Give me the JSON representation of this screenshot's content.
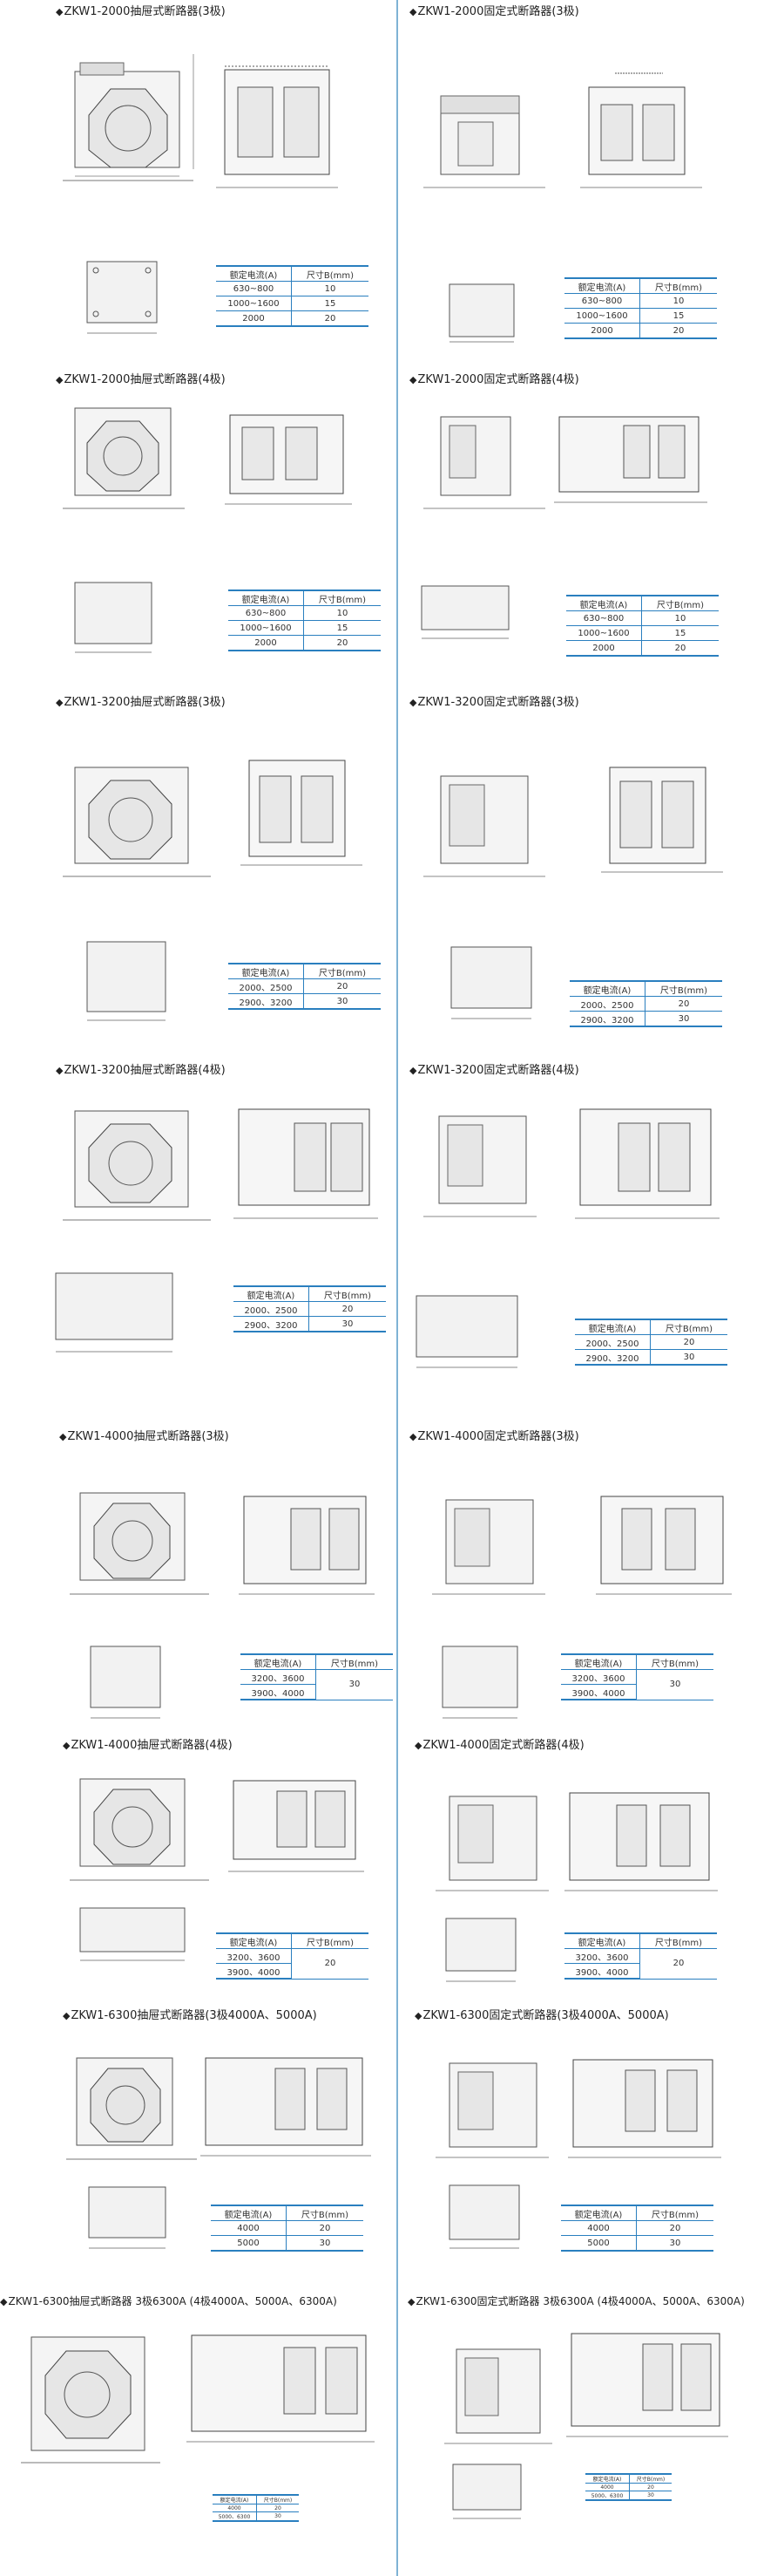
{
  "table_header": {
    "current": "额定电流(A)",
    "size": "尺寸B(mm)"
  },
  "sections": [
    {
      "title": "ZKW1-2000抽屉式断路器(3极)",
      "rows": [
        [
          "630~800",
          "10"
        ],
        [
          "1000~1600",
          "15"
        ],
        [
          "2000",
          "20"
        ]
      ]
    },
    {
      "title": "ZKW1-2000固定式断路器(3极)",
      "rows": [
        [
          "630~800",
          "10"
        ],
        [
          "1000~1600",
          "15"
        ],
        [
          "2000",
          "20"
        ]
      ]
    },
    {
      "title": "ZKW1-2000抽屉式断路器(4极)",
      "rows": [
        [
          "630~800",
          "10"
        ],
        [
          "1000~1600",
          "15"
        ],
        [
          "2000",
          "20"
        ]
      ]
    },
    {
      "title": "ZKW1-2000固定式断路器(4极)",
      "rows": [
        [
          "630~800",
          "10"
        ],
        [
          "1000~1600",
          "15"
        ],
        [
          "2000",
          "20"
        ]
      ]
    },
    {
      "title": "ZKW1-3200抽屉式断路器(3极)",
      "rows": [
        [
          "2000、2500",
          "20"
        ],
        [
          "2900、3200",
          "30"
        ]
      ]
    },
    {
      "title": "ZKW1-3200固定式断路器(3极)",
      "rows": [
        [
          "2000、2500",
          "20"
        ],
        [
          "2900、3200",
          "30"
        ]
      ]
    },
    {
      "title": "ZKW1-3200抽屉式断路器(4极)",
      "rows": [
        [
          "2000、2500",
          "20"
        ],
        [
          "2900、3200",
          "30"
        ]
      ]
    },
    {
      "title": "ZKW1-3200固定式断路器(4极)",
      "rows": [
        [
          "2000、2500",
          "20"
        ],
        [
          "2900、3200",
          "30"
        ]
      ]
    },
    {
      "title": "ZKW1-4000抽屉式断路器(3极)",
      "rows": [
        [
          "3200、3600",
          "30"
        ],
        [
          "3900、4000",
          ""
        ]
      ]
    },
    {
      "title": "ZKW1-4000固定式断路器(3极)",
      "rows": [
        [
          "3200、3600",
          "30"
        ],
        [
          "3900、4000",
          ""
        ]
      ]
    },
    {
      "title": "ZKW1-4000抽屉式断路器(4极)",
      "rows": [
        [
          "3200、3600",
          "20"
        ],
        [
          "3900、4000",
          ""
        ]
      ]
    },
    {
      "title": "ZKW1-4000固定式断路器(4极)",
      "rows": [
        [
          "3200、3600",
          "20"
        ],
        [
          "3900、4000",
          ""
        ]
      ]
    },
    {
      "title": "ZKW1-6300抽屉式断路器(3极4000A、5000A)",
      "rows": [
        [
          "4000",
          "20"
        ],
        [
          "5000",
          "30"
        ]
      ]
    },
    {
      "title": "ZKW1-6300固定式断路器(3极4000A、5000A)",
      "rows": [
        [
          "4000",
          "20"
        ],
        [
          "5000",
          "30"
        ]
      ]
    },
    {
      "title": "ZKW1-6300抽屉式断路器  3极6300A  (4极4000A、5000A、6300A)",
      "rows": [
        [
          "4000",
          "20"
        ],
        [
          "5000、6300",
          "30"
        ]
      ]
    },
    {
      "title": "ZKW1-6300固定式断路器  3极6300A  (4极4000A、5000A、6300A)",
      "rows": [
        [
          "4000",
          "20"
        ],
        [
          "5000、6300",
          "30"
        ]
      ]
    }
  ]
}
